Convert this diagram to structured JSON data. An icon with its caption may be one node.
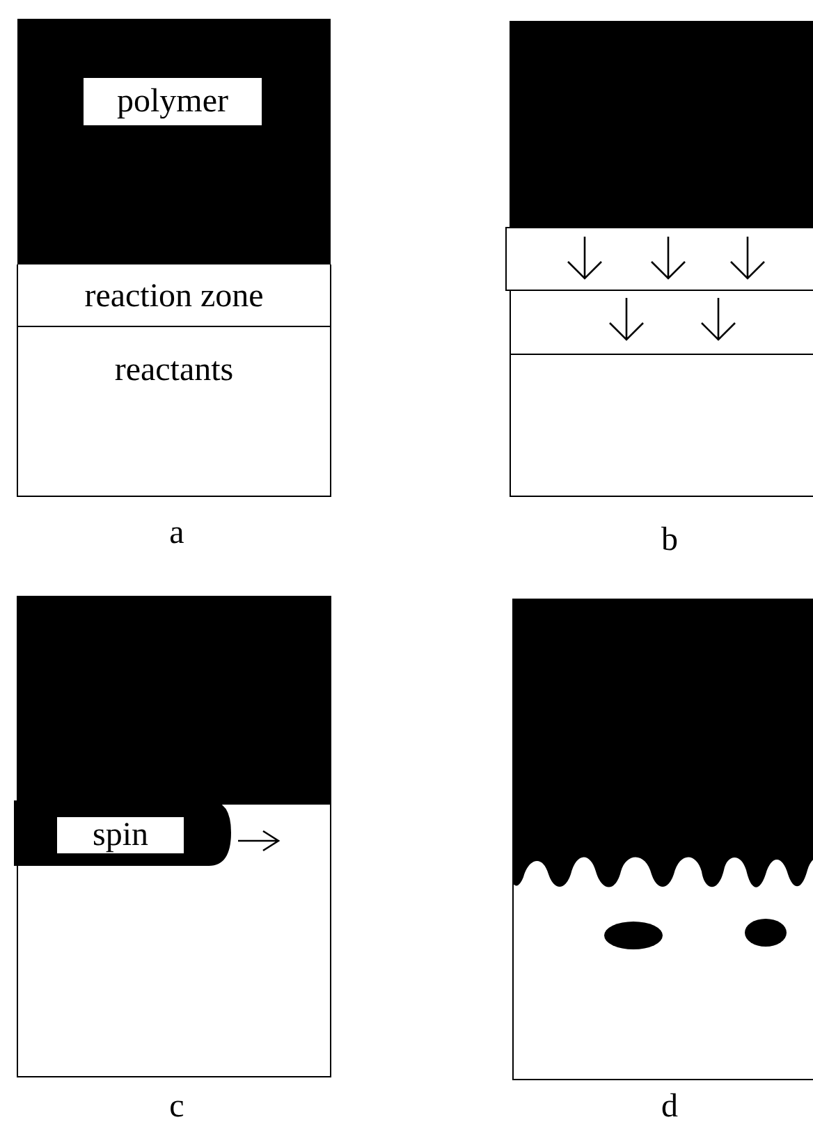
{
  "diagram": {
    "nodes": [
      {
        "text": [
          "polymer"
        ]
      },
      {
        "text": [
          "reaction zone"
        ]
      },
      {
        "text": [
          "reactants"
        ]
      },
      {
        "text": [
          "spin"
        ]
      }
    ],
    "labels": [
      "a",
      "b",
      "c",
      "d"
    ]
  }
}
